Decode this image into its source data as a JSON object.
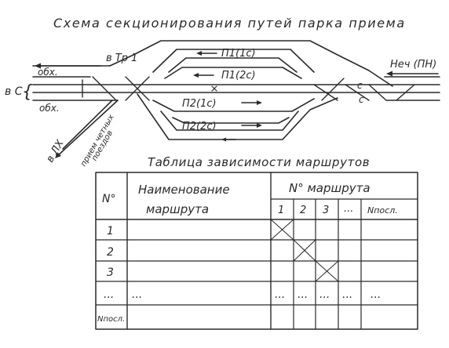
{
  "diagram": {
    "title": "Схема секционирования путей парка приема",
    "labels": {
      "to_tr1": "в Тр 1",
      "from_nech": "Неч (ПН)",
      "vs": "в С",
      "obkh_top": "обх.",
      "obkh_bottom": "обх.",
      "to_lkh": "в ЛХ",
      "reception_line1": "прием четных",
      "reception_line2": "поездов",
      "brace": "{",
      "exit_mark_top": "c",
      "exit_mark_bottom": "c"
    },
    "tracks": [
      {
        "name": "П1(1с)"
      },
      {
        "name": "П1(2с)"
      },
      {
        "name": "П2(1с)"
      },
      {
        "name": "П2(2с)"
      }
    ]
  },
  "table": {
    "title": "Таблица зависимости маршрутов",
    "header": {
      "num": "N°",
      "name_line1": "Наименование",
      "name_line2": "маршрута",
      "route_group": "N° маршрута",
      "sub_cols": [
        "1",
        "2",
        "3",
        "...",
        "Nпосл."
      ]
    },
    "rows": [
      {
        "num": "1",
        "name": "",
        "cells": [
          "",
          "",
          "",
          "",
          ""
        ]
      },
      {
        "num": "2",
        "name": "",
        "cells": [
          "",
          "",
          "",
          "",
          ""
        ]
      },
      {
        "num": "3",
        "name": "",
        "cells": [
          "",
          "",
          "",
          "",
          ""
        ]
      },
      {
        "num": "...",
        "name": "...",
        "cells": [
          "...",
          "...",
          "...",
          "...",
          "..."
        ]
      },
      {
        "num": "Nпосл.",
        "name": "",
        "cells": [
          "",
          "",
          "",
          "",
          ""
        ]
      }
    ]
  }
}
